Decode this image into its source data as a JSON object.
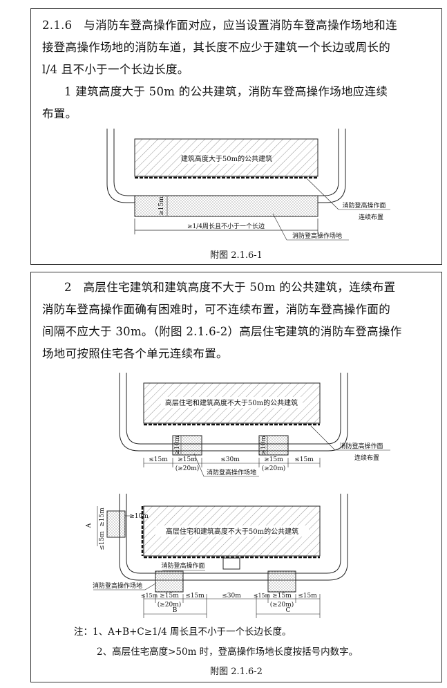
{
  "section1": {
    "para1_line1": "2.1.6　与消防车登高操作面对应，应当设置消防车登高操作场地和连",
    "para1_line2": "接登高操作场地的消防车道，其长度不应少于建筑一个长边或周长的",
    "para1_line3": "l/4 且不小于一个长边长度。",
    "para2_line1": "1 建筑高度大于 50m 的公共建筑，消防车登高操作场地应连续",
    "para2_line2": "布置。",
    "figure": {
      "building_label": "建筑高度大于50m的公共建筑",
      "depth_label": "≥15m",
      "length_label": "≥1/4周长且不小于一个长边",
      "face_label_1": "消防登高操作面",
      "face_label_2": "连续布置",
      "site_label": "消防登高操作场地",
      "caption": "附图 2.1.6-1"
    }
  },
  "section2": {
    "para_line1": "2　高层住宅建筑和建筑高度不大于 50m 的公共建筑，连续布置",
    "para_line2": "消防车登高操作面确有困难时，可不连续布置，消防车登高操作面的",
    "para_line3": "间隔不应大于 30m。（附图 2.1.6-2）高层住宅建筑的消防车登高操作",
    "para_line4": "场地可按照住宅各个单元连续布置。",
    "figure_top": {
      "building_label": "高层住宅和建筑高度不大于50m的公共建筑",
      "depth_label": "≥10m",
      "dims": [
        "≤15m",
        "≥15m",
        "(≥20m)",
        "≤30m",
        "≥15m",
        "(≥20m)",
        "≤15m"
      ],
      "face_label_1": "消防登高操作面",
      "face_label_2": "连续布置",
      "site_label": "消防登高操作场地"
    },
    "figure_bottom": {
      "building_label": "高层住宅和建筑高度不大于50m的公共建筑",
      "left_dims": [
        "≥10m",
        "≥15m",
        "≤15m"
      ],
      "left_letter": "A",
      "face_label": "消防登高操作面",
      "site_label": "消防登高操作场地",
      "dims": [
        "≤15m",
        "≥15m",
        "(≥20m)",
        "≤15m",
        "≤30m",
        "≤15m",
        "≥15m",
        "(≥20m)",
        "≤15m"
      ],
      "letter_b": "B",
      "letter_c": "C"
    },
    "note1": "注：1、A+B+C≥1/4 周长且不小于一个长边长度。",
    "note2": "2、高层住宅高度>50m 时，登高操作场地长度按括号内数字。",
    "caption": "附图 2.1.6-2"
  }
}
